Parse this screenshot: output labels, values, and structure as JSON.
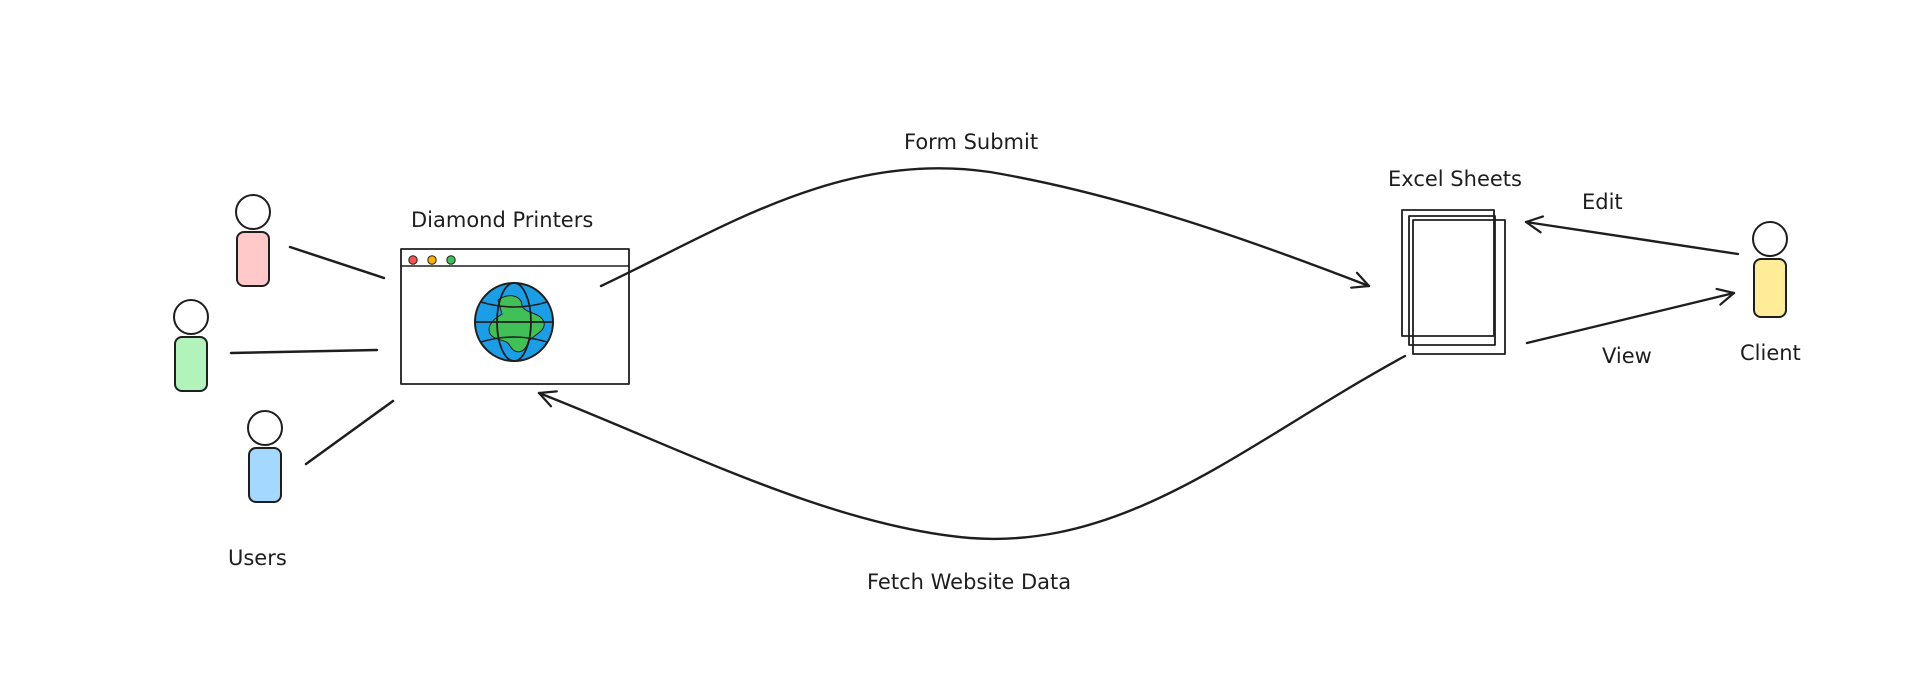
{
  "labels": {
    "users": "Users",
    "website": "Diamond Printers",
    "sheets": "Excel Sheets",
    "client": "Client",
    "form_submit": "Form Submit",
    "fetch": "Fetch Website Data",
    "edit": "Edit",
    "view": "View"
  },
  "colors": {
    "user_red": "#ffc9c9",
    "user_green": "#b2f2bb",
    "user_blue": "#a5d8ff",
    "client_yellow": "#ffec99",
    "globe_blue": "#1c9ee6",
    "globe_land": "#40c057",
    "dot_red": "#fa5252",
    "dot_yellow": "#fab005",
    "dot_green": "#40c057"
  },
  "icons": [
    "user-icon",
    "browser-window-icon",
    "globe-icon",
    "document-stack-icon"
  ]
}
